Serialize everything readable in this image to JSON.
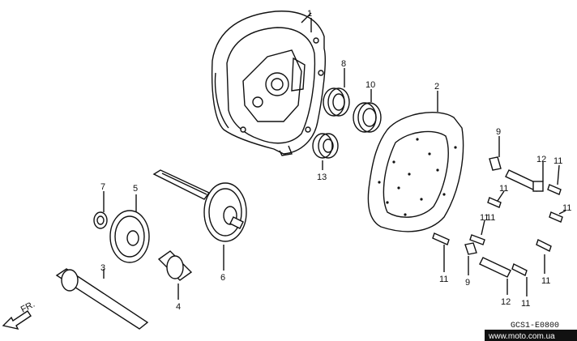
{
  "callouts": {
    "c1": "1",
    "c2": "2",
    "c3": "3",
    "c4": "4",
    "c5": "5",
    "c6": "6",
    "c7": "7",
    "c8": "8",
    "c9a": "9",
    "c9b": "9",
    "c10": "10",
    "c11a": "11",
    "c11b": "11",
    "c11c": "11",
    "c11d": "11",
    "c11e": "11",
    "c11f": "11",
    "c11g": "11",
    "c11h": "11",
    "c12a": "12",
    "c12b": "12",
    "c13": "13"
  },
  "front_label": "FR.",
  "diagram_code": "GCS1-E0800",
  "watermark": "www.moto.com.ua"
}
